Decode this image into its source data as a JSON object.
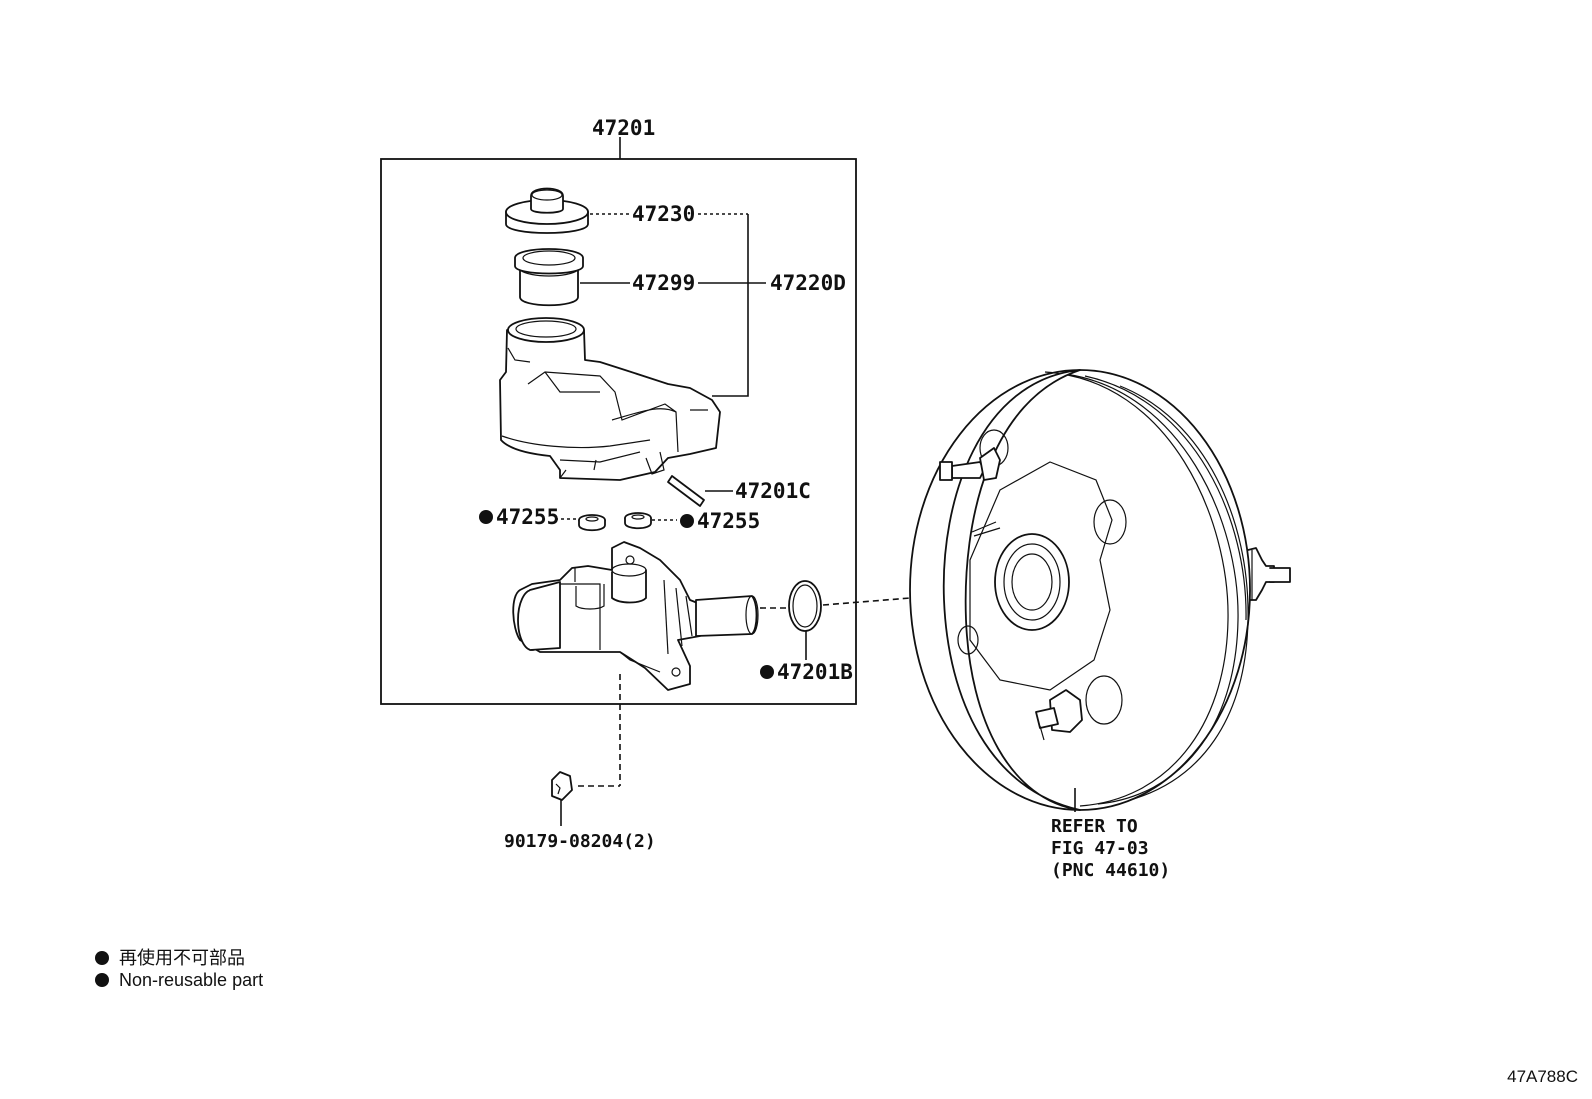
{
  "labels": {
    "assembly": "47201",
    "cap": "47230",
    "strainer": "47299",
    "reservoir_set": "47220D",
    "pin": "47201C",
    "grommet_left": "47255",
    "grommet_right": "47255",
    "o_ring": "47201B",
    "nut": "90179-08204(2)",
    "refer_line1": "REFER TO",
    "refer_line2": "FIG 47-03",
    "refer_line3": "(PNC 44610)"
  },
  "legend": {
    "line_ja": "再使用不可部品",
    "line_en": "Non-reusable part",
    "bullet_icon": "filled-circle-icon"
  },
  "diagram_code": "47A788C"
}
